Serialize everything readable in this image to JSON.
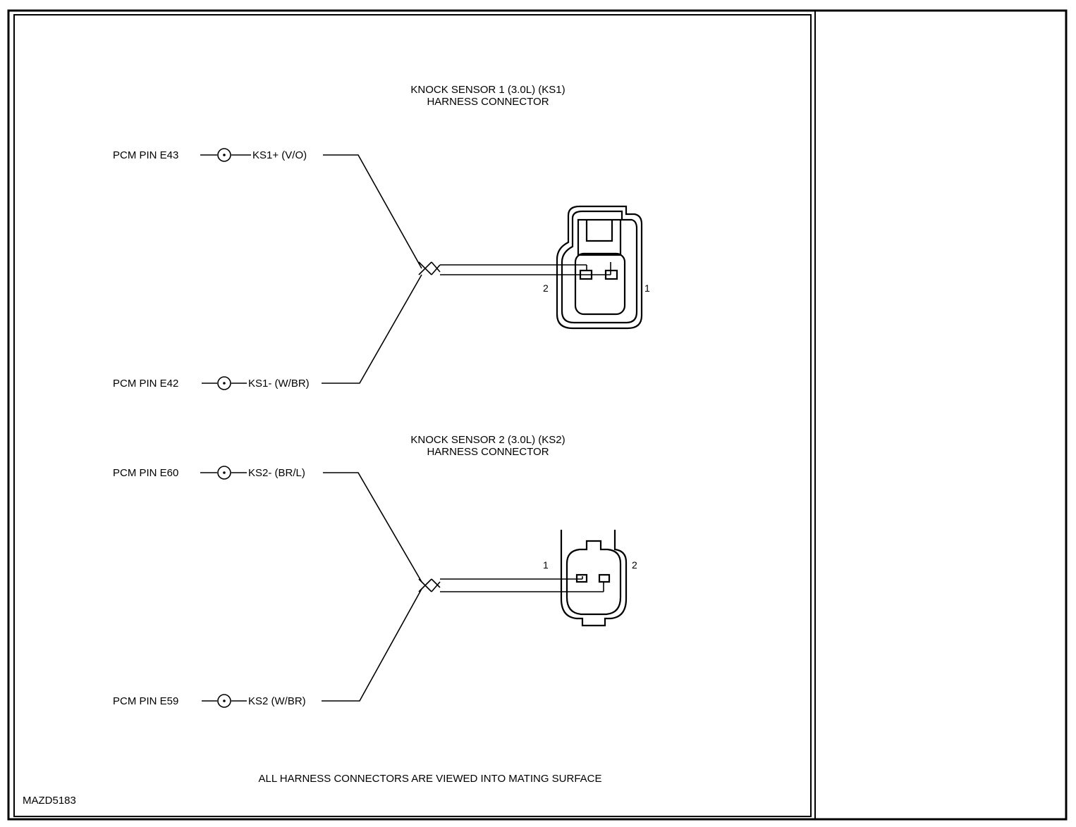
{
  "sections": [
    {
      "title_line1": "KNOCK SENSOR 1 (3.0L) (KS1)",
      "title_line2": "HARNESS CONNECTOR",
      "wires": [
        {
          "pcm_pin": "PCM PIN E43",
          "circuit": "KS1+ (V/O)"
        },
        {
          "pcm_pin": "PCM PIN E42",
          "circuit": "KS1- (W/BR)"
        }
      ],
      "pin_labels": [
        "2",
        "1"
      ]
    },
    {
      "title_line1": "KNOCK SENSOR 2 (3.0L) (KS2)",
      "title_line2": "HARNESS CONNECTOR",
      "wires": [
        {
          "pcm_pin": "PCM PIN E60",
          "circuit": "KS2- (BR/L)"
        },
        {
          "pcm_pin": "PCM PIN E59",
          "circuit": "KS2  (W/BR)"
        }
      ],
      "pin_labels": [
        "1",
        "2"
      ]
    }
  ],
  "footer_note": "ALL HARNESS CONNECTORS ARE VIEWED INTO MATING SURFACE",
  "figure_id": "MAZD5183"
}
